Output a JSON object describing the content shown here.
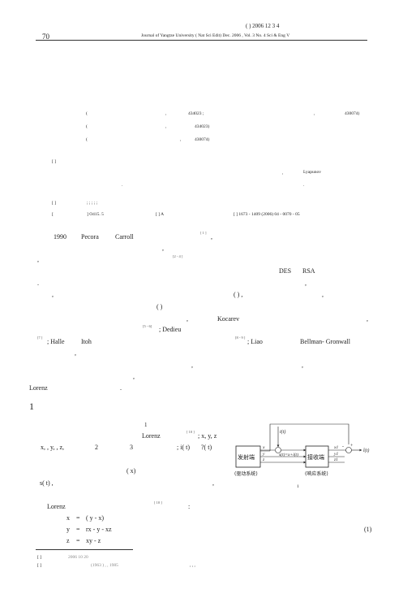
{
  "header": {
    "line1": "(        )   2006    12     3       4",
    "page_number": "70",
    "journal": "Journal of Yangtze University ( Nat Sci Edit)    Dec. 2006 , Vol. 3  No. 4  Sci  & Eng V"
  },
  "affiliations": [
    {
      "paren": "(",
      "mid": ",",
      "code": "434023 ;",
      "comma": ",",
      "code2": "430074)"
    },
    {
      "paren": "(",
      "mid": ",",
      "code": "434023)"
    },
    {
      "paren": "(",
      "mid": ",",
      "code": "430074)"
    }
  ],
  "abstract": {
    "label": "[      ]",
    "comma": ",",
    "lyapunov": "Lyapunov",
    "dot1": ".",
    "dot2": "."
  },
  "keywords": {
    "label": "[      ]",
    "seps": ";       ;       ;       ;      ;"
  },
  "classification": {
    "label": "[",
    "clc": "] O415. 5",
    "doc_a": "[             ] A",
    "issn": "[              ] 1673 - 1409 (2006) 04 - 0070 - 05"
  },
  "body": {
    "l1_year": "1990",
    "l1_pecora": "Pecora",
    "l1_carroll": "Carroll",
    "l1_ref": "[ 1 ]",
    "l1_comma": ",",
    "l2_comma": ",",
    "l3_comma": ",",
    "l3_ref": "[2 - 4 ]",
    "l4_des": "DES",
    "l4_rsa": "RSA",
    "l5_dot": ".",
    "l5_comma": ",",
    "l6_comma": ",",
    "l6_paren": "(       ) ,",
    "l6_comma2": ",",
    "l7_paren": "(      )",
    "l8_comma": ",",
    "l8_kocarev": "Kocarev",
    "l8_comma2": ",",
    "l9_ref": "[5 - 6]",
    "l9_dedieu": "; Dedieu",
    "l10_ref7": "[7 ]",
    "l10_halle": "; Halle",
    "l10_itoh": "Itoh",
    "l10_ref89": "[8 - 9 ]",
    "l10_liao": "; Liao",
    "l10_bellman": "Bellman- Gronwall",
    "l11_comma": ",",
    "l12_comma": ",",
    "l12_comma2": ",",
    "l13_comma": ",",
    "l14_lorenz": "Lorenz",
    "l14_dot": "."
  },
  "section": {
    "number": "1",
    "fig_ref": "1",
    "lorenz": "Lorenz",
    "ref10": "[ 10 ]",
    "xyz": "; x, y, z",
    "vars": "x,  , y,  , z,",
    "two": "2",
    "three": "3",
    "it": "; i( t)",
    "it2": "?( t)",
    "paren_x": "(            x)",
    "st": "s( t) ,",
    "st_comma": ",",
    "lorenz2": "Lorenz",
    "ref10b": "[ 10 ]",
    "colon": ":"
  },
  "equations": [
    {
      "lhs": "x",
      "eq": "=",
      "rhs": "   ( y -  x)"
    },
    {
      "lhs": "y",
      "eq": "=",
      "rhs": "rx -  y -  xz"
    },
    {
      "lhs": "z",
      "eq": "=",
      "rhs": "xy -   z"
    }
  ],
  "equation_number": "(1)",
  "figure": {
    "number": "1",
    "sender_label": "发射端",
    "receiver_label": "接收端",
    "sender_caption": "(驱动系统)",
    "receiver_caption": "(响应系统)",
    "it_label": "i(t)",
    "st_label": "s(t)=x+i(t)",
    "x_label": "x",
    "y_label": "y",
    "z_label": "z",
    "x1_label": "x1",
    "y1_label": "y1",
    "z1_label": "z1",
    "out_label": "î(t)",
    "minus": "-",
    "plus": "+"
  },
  "footnotes": [
    {
      "label": "[            ]",
      "date": "2006     10     20"
    },
    {
      "label": "[         ]",
      "info": "(1963 )  ,     , 1985",
      "commas": ",          ,          ,"
    }
  ]
}
